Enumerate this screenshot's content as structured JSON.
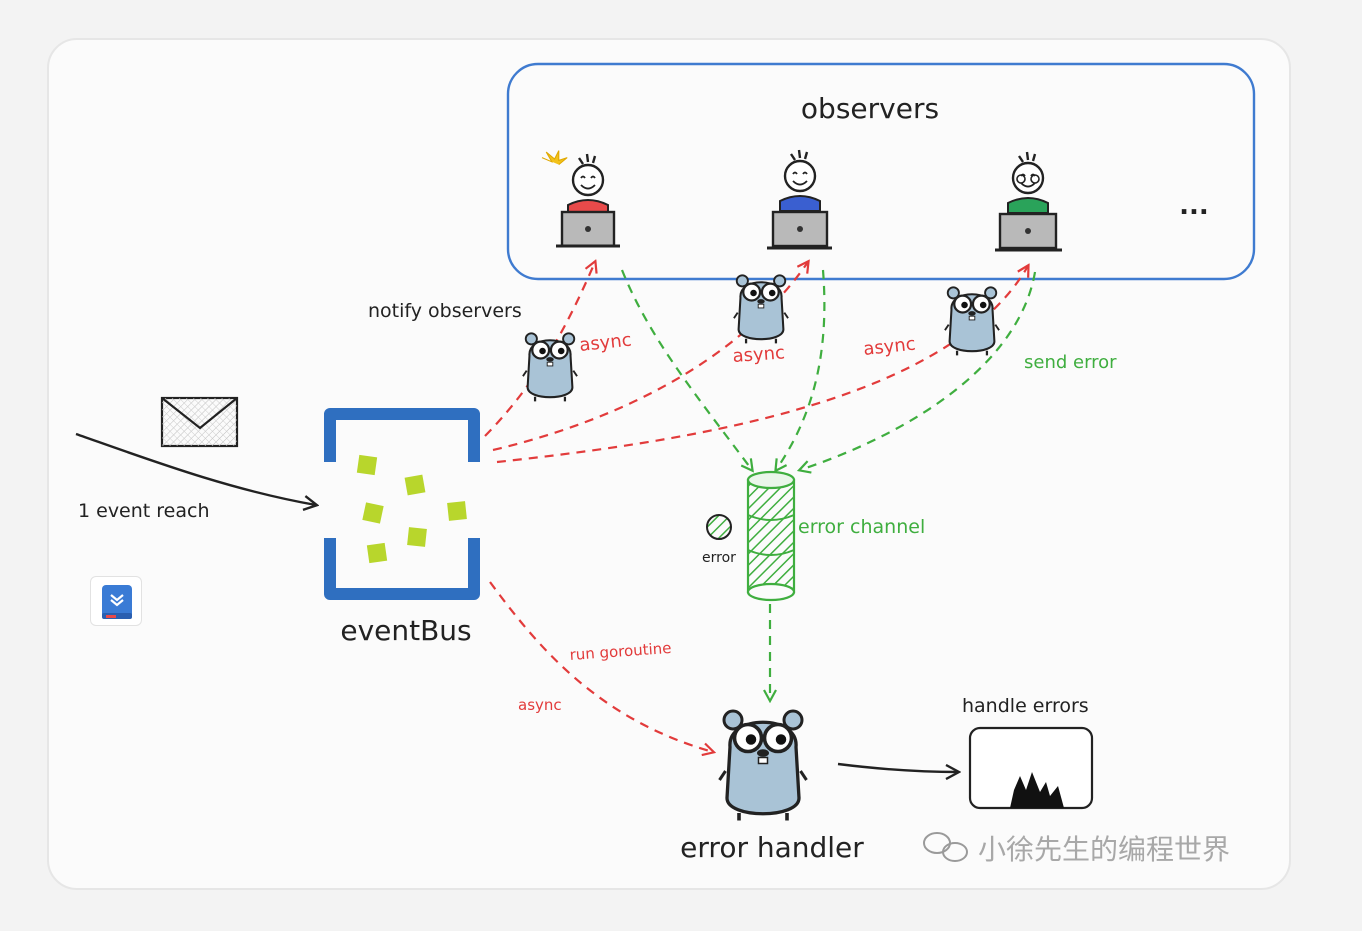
{
  "diagram": {
    "observers_title": "observers",
    "ellipsis": "...",
    "notify_label": "notify observers",
    "async_label": "async",
    "send_error_label": "send error",
    "event_label": "1 event reach",
    "eventbus_label": "eventBus",
    "error_channel_label": "error channel",
    "error_label": "error",
    "run_goroutine_label": "run goroutine",
    "error_handler_label": "error handler",
    "handle_errors_label": "handle errors"
  },
  "watermark": {
    "text": "小徐先生的编程世界"
  },
  "colors": {
    "red": "#e23b3b",
    "green": "#3fae3f",
    "blue": "#2f6fc0",
    "blue_box": "#3f7bd0",
    "lime": "#b8d62c",
    "gopher": "#a9c3d6"
  }
}
